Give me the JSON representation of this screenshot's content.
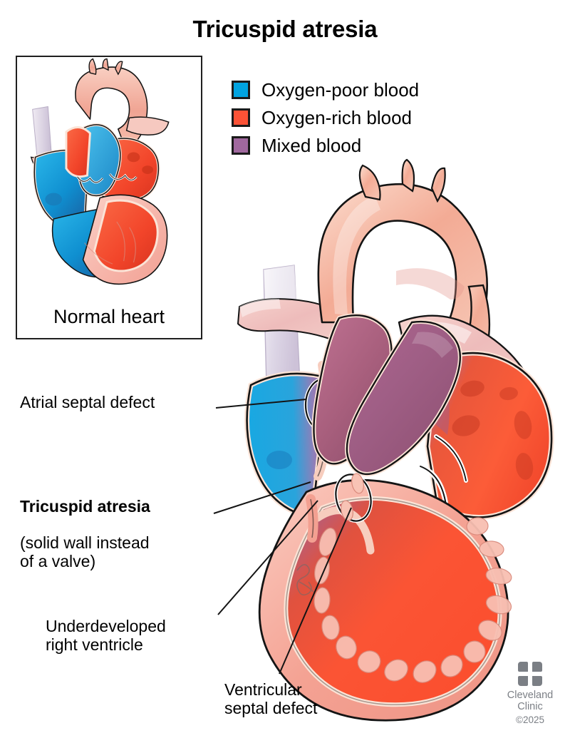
{
  "title": "Tricuspid atresia",
  "legend": {
    "items": [
      {
        "label": "Oxygen-poor blood",
        "color": "#00a3e0",
        "swatch_name": "legend-swatch-oxygen-poor"
      },
      {
        "label": "Oxygen-rich blood",
        "color": "#fb5236",
        "swatch_name": "legend-swatch-oxygen-rich"
      },
      {
        "label": "Mixed blood",
        "color": "#a0689e",
        "swatch_name": "legend-swatch-mixed"
      }
    ]
  },
  "inset": {
    "caption": "Normal heart"
  },
  "callouts": {
    "atrial_septal_defect": "Atrial septal defect",
    "tricuspid_atresia_head": "Tricuspid atresia",
    "tricuspid_atresia_sub": "(solid wall instead\nof a valve)",
    "underdeveloped_right_ventricle": "Underdeveloped\nright ventricle",
    "ventricular_septal_defect": "Ventricular\nseptal defect"
  },
  "branding": {
    "name_line1": "Cleveland",
    "name_line2": "Clinic",
    "copyright": "©2025",
    "mark": "cleveland-clinic-pinwheel-logo"
  },
  "palette": {
    "oxygen_poor_blue": "#00a3e0",
    "oxygen_poor_blue_dark": "#0f72b5",
    "oxygen_rich_red": "#fb5236",
    "oxygen_rich_red_dark": "#e8402a",
    "mixed_purple": "#a0689e",
    "mixed_purple_dark": "#8f4f7c",
    "myocardium_pink": "#f4a79b",
    "myocardium_pink_light": "#fbcfc6",
    "vessel_pink": "#f3b6ab",
    "vena_cava_lavender": "#d9d2e2",
    "outline": "#141414",
    "endocardium_cream": "#fbe3d6"
  }
}
